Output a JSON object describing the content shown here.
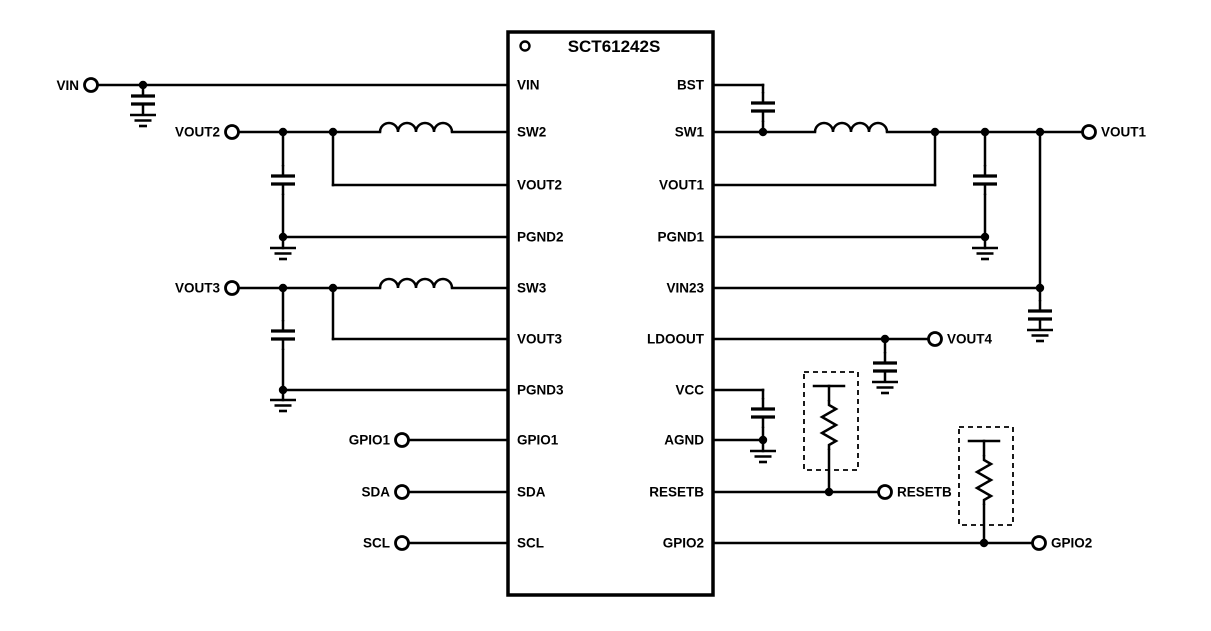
{
  "title": "SCT61242S",
  "chip": {
    "left_pins": [
      "VIN",
      "SW2",
      "VOUT2",
      "PGND2",
      "SW3",
      "VOUT3",
      "PGND3",
      "GPIO1",
      "SDA",
      "SCL"
    ],
    "right_pins": [
      "BST",
      "SW1",
      "VOUT1",
      "PGND1",
      "VIN23",
      "LDOOUT",
      "VCC",
      "AGND",
      "RESETB",
      "GPIO2"
    ]
  },
  "terminals": {
    "vin": "VIN",
    "vout2": "VOUT2",
    "vout3": "VOUT3",
    "gpio1": "GPIO1",
    "sda": "SDA",
    "scl": "SCL",
    "vout1": "VOUT1",
    "vout4": "VOUT4",
    "resetb": "RESETB",
    "gpio2": "GPIO2"
  },
  "colors": {
    "line": "#000000",
    "background": "#ffffff"
  }
}
